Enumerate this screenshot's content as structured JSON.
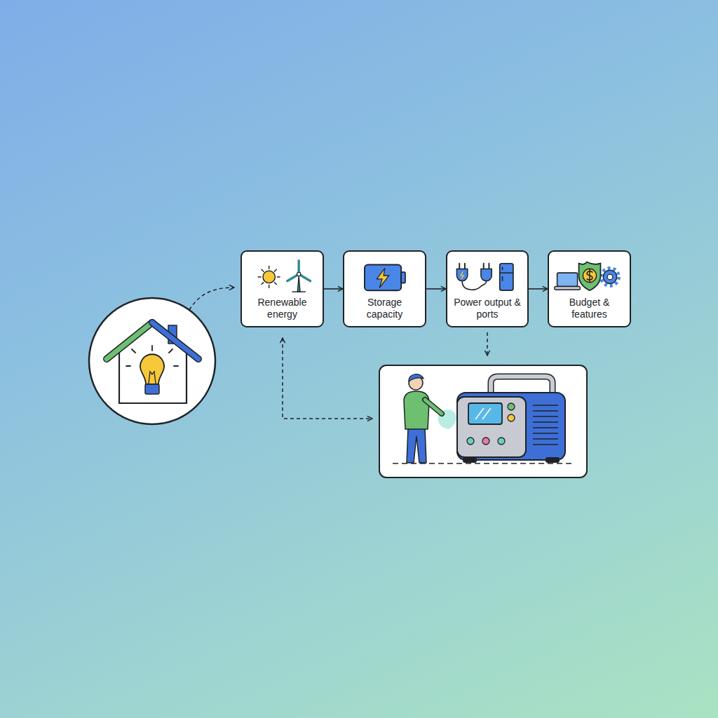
{
  "diagram": {
    "nodes": [
      {
        "text": [
          "Renewable energy"
        ]
      },
      {
        "text": [
          "Storage capacity"
        ]
      },
      {
        "text": [
          "Power output & ports"
        ]
      },
      {
        "text": [
          "Budget & features"
        ]
      }
    ],
    "edges": [
      {
        "from": 0,
        "to": 1,
        "arrow": "to"
      },
      {
        "from": 1,
        "to": 2,
        "arrow": "to"
      },
      {
        "from": 2,
        "to": 3,
        "arrow": "to"
      }
    ]
  }
}
